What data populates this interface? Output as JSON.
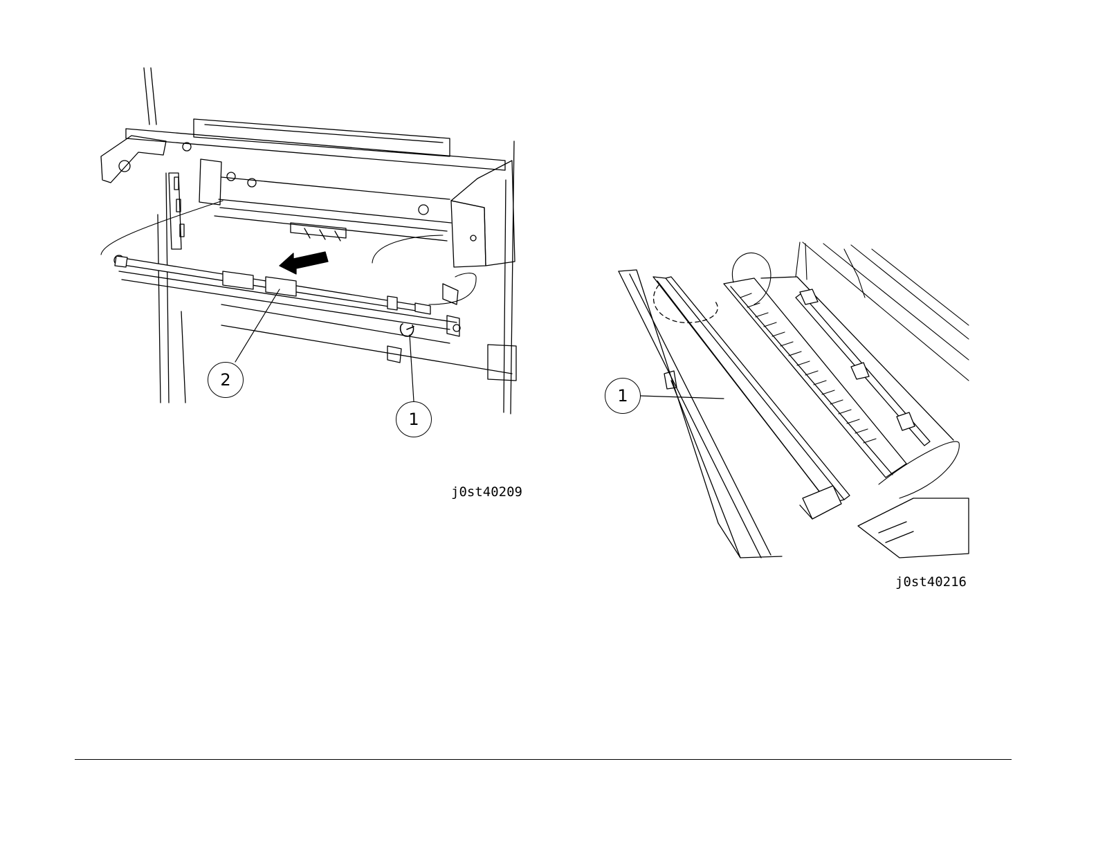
{
  "figures": [
    {
      "figure_id": "j0st40209",
      "callouts": [
        "1",
        "2"
      ]
    },
    {
      "figure_id": "j0st40216",
      "callouts": [
        "1"
      ]
    }
  ]
}
